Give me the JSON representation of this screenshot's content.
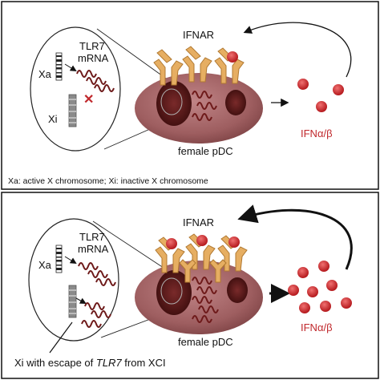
{
  "panel_top": {
    "chromosome_active_label": "Xa",
    "chromosome_inactive_label": "Xi",
    "mrna_label_line1": "TLR7",
    "mrna_label_line2": "mRNA",
    "receptor_label": "IFNAR",
    "cell_label": "female pDC",
    "cytokine_label": "IFNα/β",
    "legend": "Xa: active X chromosome; Xi: inactive X chromosome"
  },
  "panel_bottom": {
    "chromosome_active_label": "Xa",
    "mrna_label_line1": "TLR7",
    "mrna_label_line2": "mRNA",
    "receptor_label": "IFNAR",
    "cell_label": "female pDC",
    "cytokine_label": "IFNα/β",
    "caption_before": "Xi with escape of ",
    "caption_italic": "TLR7",
    "caption_after": " from XCI"
  },
  "colors": {
    "cell_fill": "#a86a6c",
    "nucleus": "#5a1c1c",
    "receptor": "#e0a055",
    "ifn_red": "#c0282c",
    "mrna": "#6e1a1a"
  }
}
